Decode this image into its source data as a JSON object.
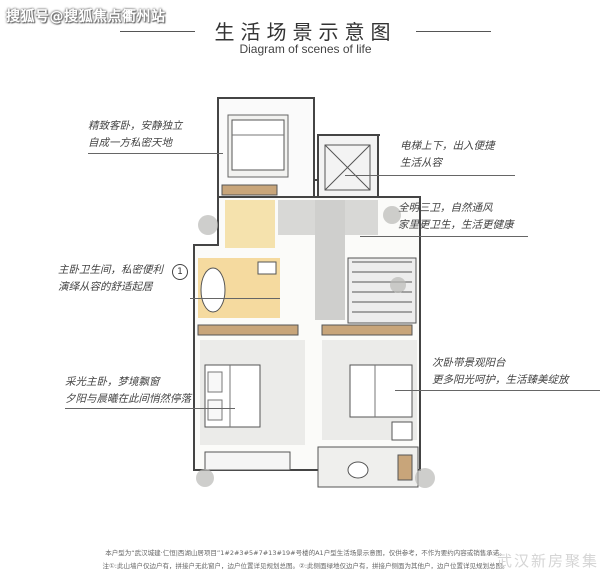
{
  "watermark_top": "搜狐号@搜狐焦点衢州站",
  "title_cn": "生活场景示意图",
  "title_en": "Diagram of scenes of life",
  "notes": {
    "top_left": [
      "精致客卧，安静独立",
      "自成一方私密天地"
    ],
    "top_right": [
      "电梯上下，出入便捷",
      "生活从容"
    ],
    "mid_right": [
      "全明三卫，自然通风",
      "家里更卫生，生活更健康"
    ],
    "mid_left": [
      "主卧卫生间，私密便利",
      "演绎从容的舒适起居"
    ],
    "bottom_right": [
      "次卧带景观阳台",
      "更多阳光呵护，生活臻美绽放"
    ],
    "bottom_left": [
      "采光主卧，梦境飘窗",
      "夕阳与晨曦在此间悄然停落"
    ]
  },
  "marker_number": "1",
  "footer_lines": [
    "本户型为“武汉城建·仁恒|西湖山居项目”1#2#3#5#7#13#19#号楼的A1户型生活场景示意图，仅供参考，不作为要约内容或销售承诺。",
    "注①:此山墙户仅边户有，拼接户无此窗户，边户位置详见规划总图。②:此侧面绿地仅边户有，拼接户侧面为其他户，边户位置详见规划总图。"
  ],
  "watermark_bottom": "武汉新房聚集"
}
